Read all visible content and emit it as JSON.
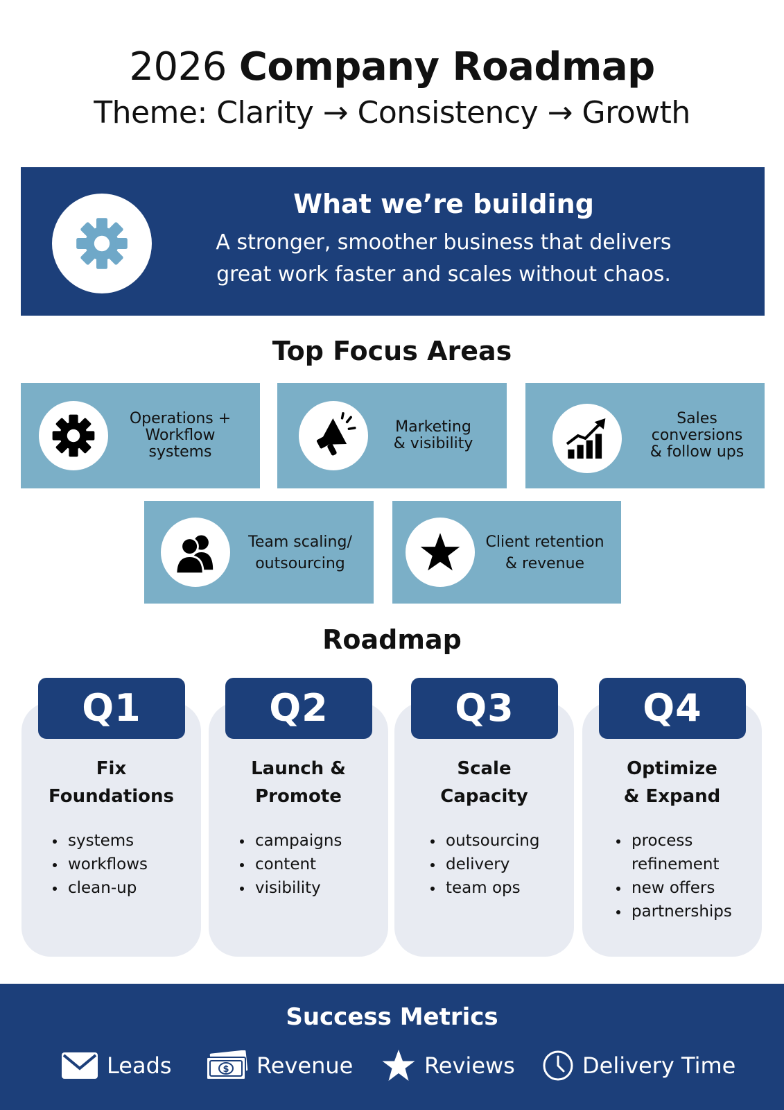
{
  "header": {
    "year": "2026",
    "title": "Company Roadmap",
    "theme": "Theme: Clarity → Consistency → Growth"
  },
  "building": {
    "icon": "gear-icon",
    "heading": "What we’re building",
    "line1": "A stronger, smoother business that delivers",
    "line2": "great work faster and scales without chaos."
  },
  "focus": {
    "title": "Top Focus Areas",
    "cards": [
      {
        "icon": "gear-icon",
        "lines": [
          "Operations +",
          "Workflow",
          "systems"
        ]
      },
      {
        "icon": "megaphone-icon",
        "lines": [
          "Marketing",
          "& visibility"
        ]
      },
      {
        "icon": "growth-chart-icon",
        "lines": [
          "Sales",
          "conversions",
          "& follow ups"
        ]
      },
      {
        "icon": "team-icon",
        "lines": [
          "Team scaling/",
          "outsourcing"
        ]
      },
      {
        "icon": "star-icon",
        "lines": [
          "Client retention",
          "& revenue"
        ]
      }
    ]
  },
  "roadmap": {
    "title": "Roadmap",
    "quarters": [
      {
        "label": "Q1",
        "title1": "Fix",
        "title2": "Foundations",
        "items": [
          "systems",
          "workflows",
          "clean-up"
        ]
      },
      {
        "label": "Q2",
        "title1": "Launch &",
        "title2": "Promote",
        "items": [
          "campaigns",
          "content",
          "visibility"
        ]
      },
      {
        "label": "Q3",
        "title1": "Scale",
        "title2": "Capacity",
        "items": [
          "outsourcing",
          "delivery",
          "team ops"
        ]
      },
      {
        "label": "Q4",
        "title1": "Optimize",
        "title2": "& Expand",
        "items": [
          "process refinement",
          "new offers",
          "partnerships"
        ]
      }
    ]
  },
  "metrics": {
    "title": "Success Metrics",
    "items": [
      {
        "icon": "envelope-icon",
        "label": "Leads"
      },
      {
        "icon": "money-icon",
        "label": "Revenue"
      },
      {
        "icon": "star-icon",
        "label": "Reviews"
      },
      {
        "icon": "clock-icon",
        "label": "Delivery Time"
      }
    ]
  },
  "colors": {
    "navy": "#1c3f7a",
    "light_blue": "#7bafc7",
    "gear_blue": "#6fa8c8",
    "card_gray": "#e8ebf2"
  }
}
